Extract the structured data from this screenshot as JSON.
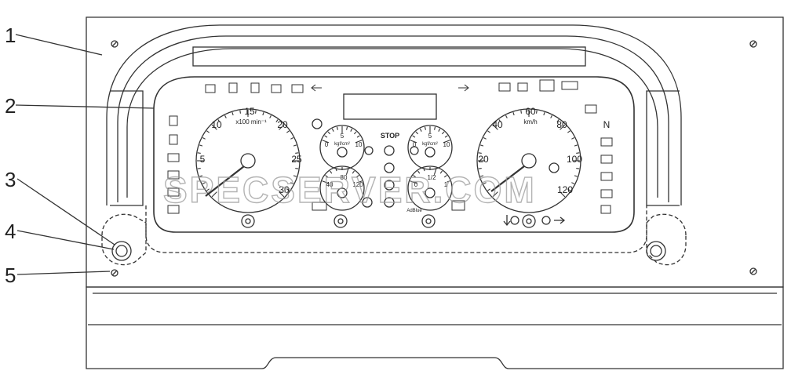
{
  "callouts": [
    "1",
    "2",
    "3",
    "4",
    "5"
  ],
  "tachometer": {
    "ticks": [
      "5",
      "10",
      "15",
      "20",
      "25",
      "30"
    ],
    "unit": "x100 min⁻¹"
  },
  "speedometer": {
    "ticks": [
      "20",
      "40",
      "60",
      "80",
      "100",
      "120"
    ],
    "unit": "km/h"
  },
  "pressure_gauge_left": {
    "ticks": [
      "0",
      "5",
      "10"
    ],
    "unit": "kgf/cm²"
  },
  "pressure_gauge_right": {
    "ticks": [
      "0",
      "5",
      "10"
    ],
    "unit": "kgf/cm²"
  },
  "temp_gauge": {
    "ticks": [
      "40",
      "80",
      "120"
    ]
  },
  "fuel_gauge": {
    "ticks": [
      "0",
      "1/2",
      "1"
    ]
  },
  "stop_label": "STOP",
  "neutral_label": "N",
  "adblue_label": "AdBlue",
  "watermark": "SPECSERVER.COM"
}
